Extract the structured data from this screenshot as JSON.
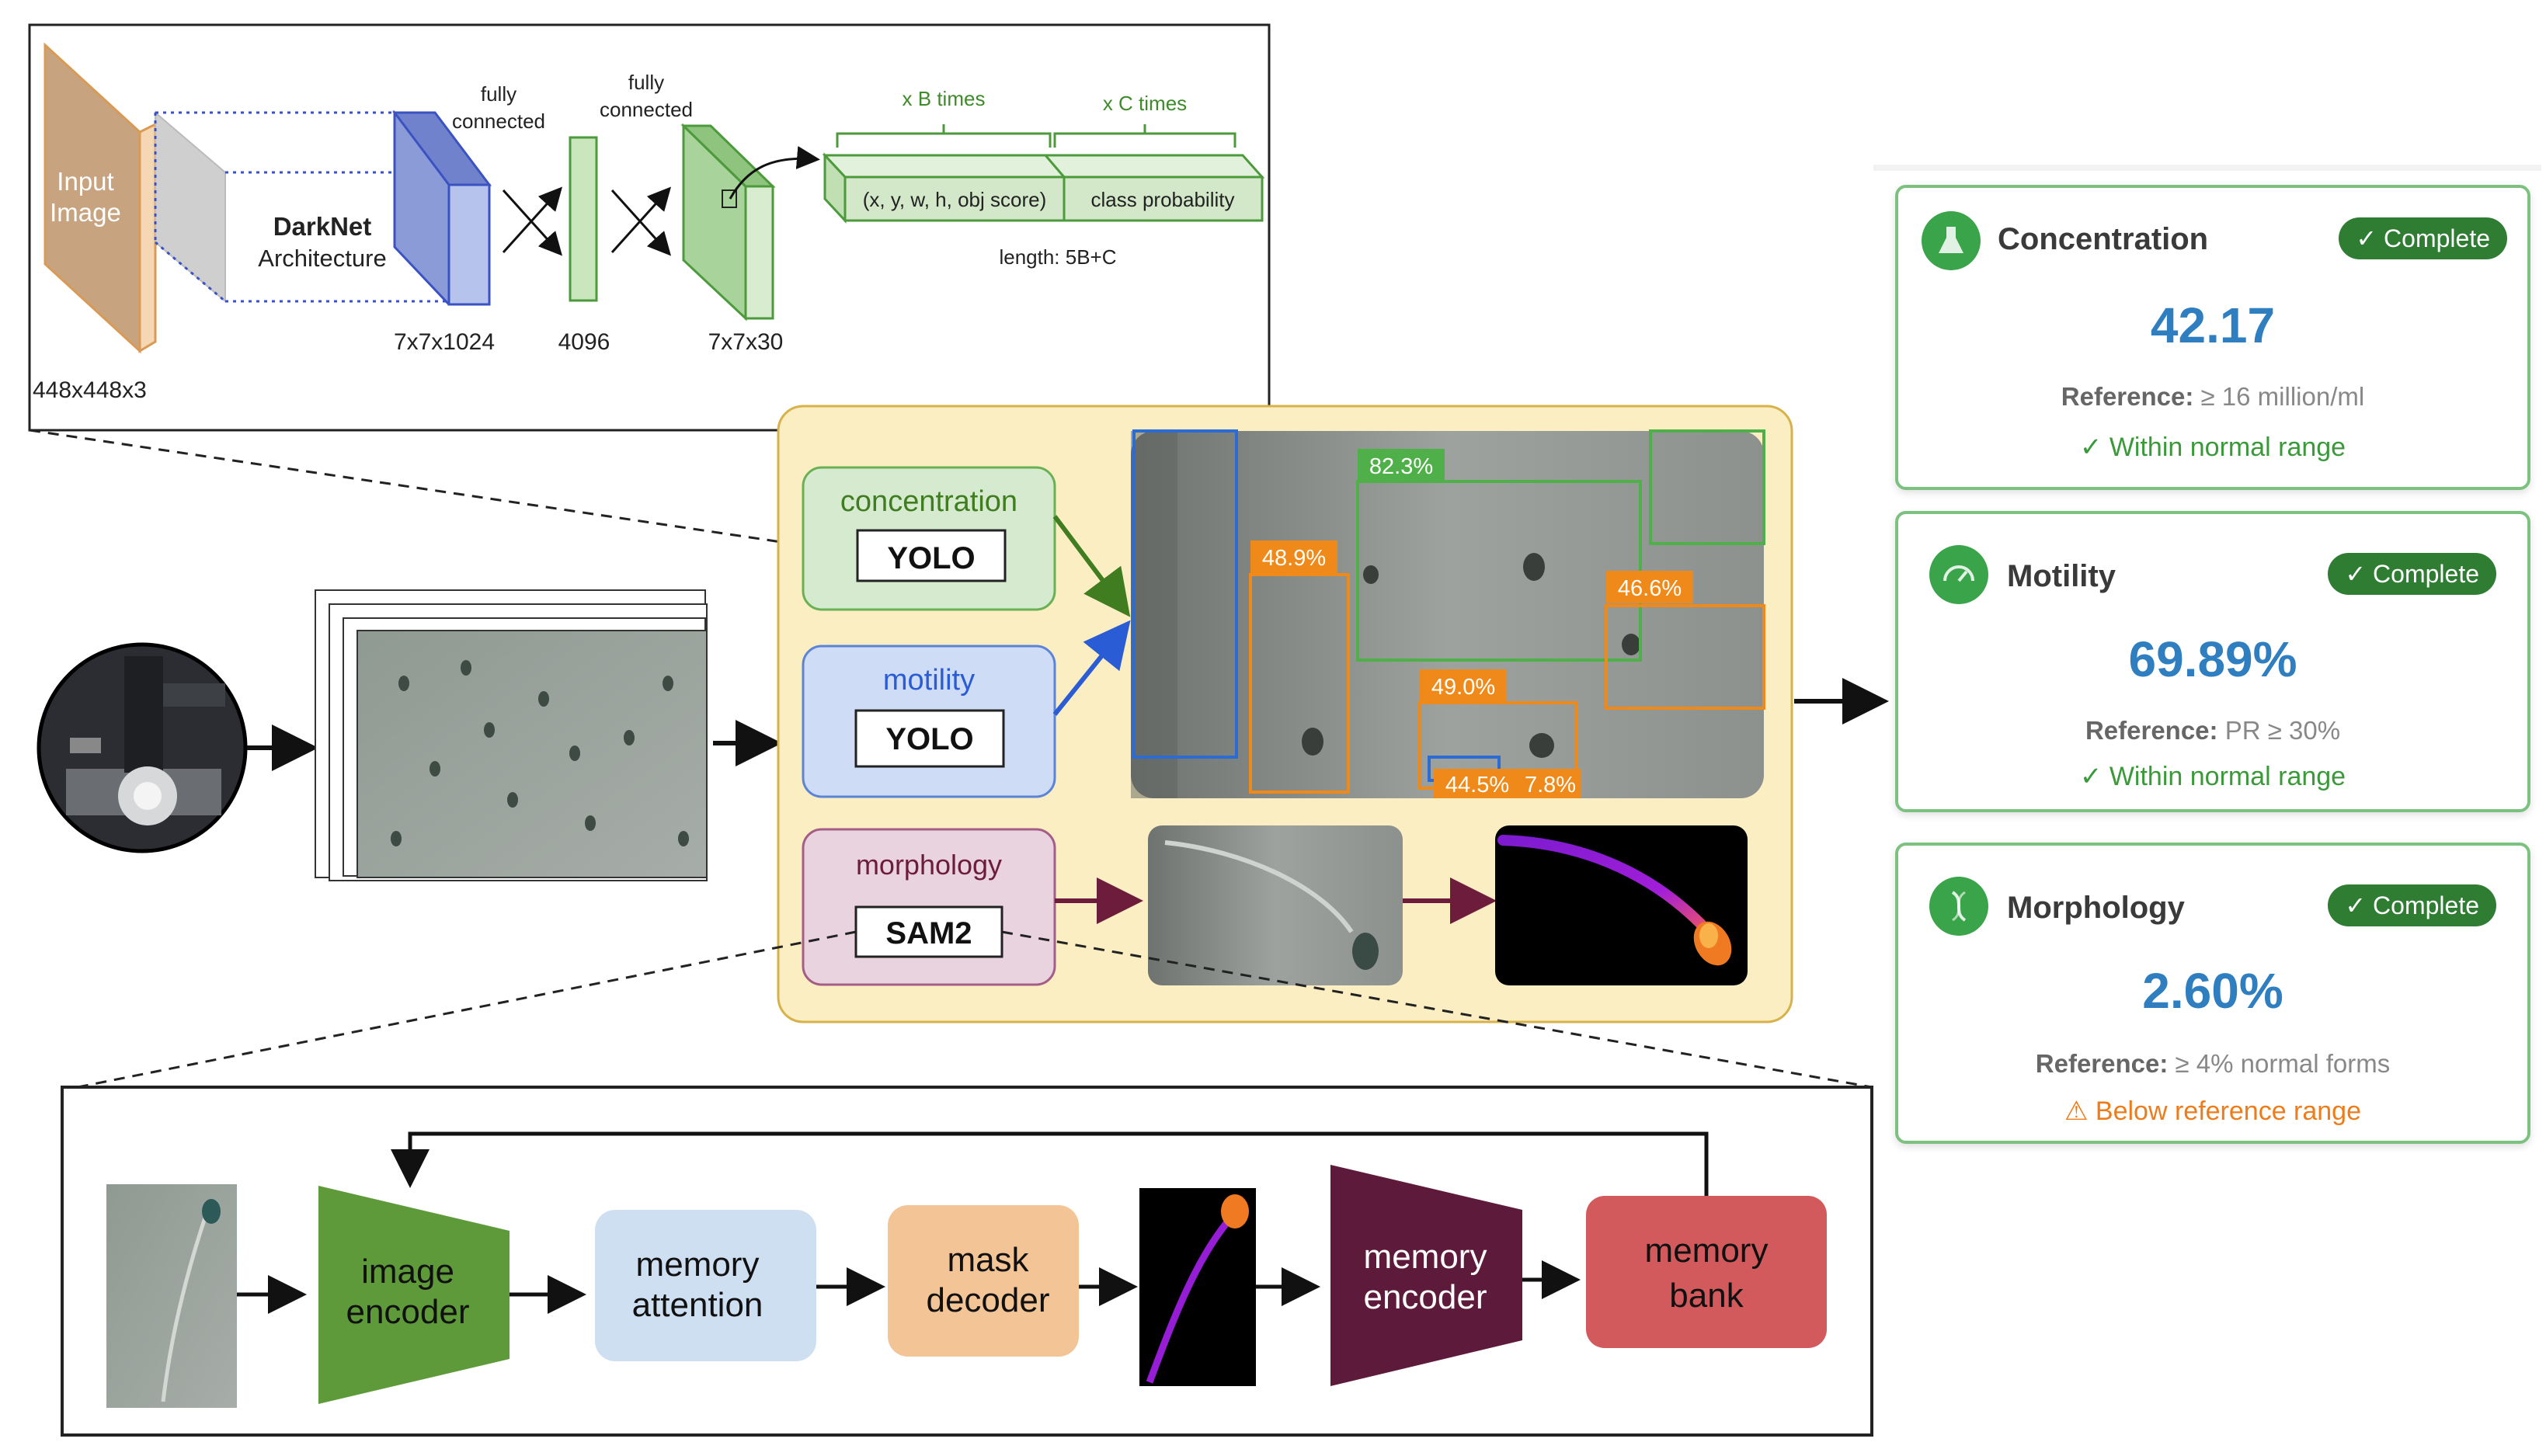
{
  "darknet": {
    "input_label_1": "Input",
    "input_label_2": "Image",
    "input_size": "448x448x3",
    "arch_line_1": "DarkNet",
    "arch_line_2": "Architecture",
    "fc1_line_1": "fully",
    "fc1_line_2": "connected",
    "fc2_line_1": "fully",
    "fc2_line_2": "connected",
    "size_1024": "7x7x1024",
    "size_4096": "4096",
    "size_30": "7x7x30",
    "b_times": "x B times",
    "c_times": "x C times",
    "box_cell": "(x, y, w, h, obj score)",
    "class_cell": "class probability",
    "length": "length: 5B+C"
  },
  "modules": {
    "concentration": {
      "title": "concentration",
      "model": "YOLO"
    },
    "motility": {
      "title": "motility",
      "model": "YOLO"
    },
    "morphology": {
      "title": "morphology",
      "model": "SAM2"
    }
  },
  "detections": [
    "82.3%",
    "48.9%",
    "46.6%",
    "49.0%",
    "44.5%",
    "7.8%"
  ],
  "sam2": {
    "image_encoder_1": "image",
    "image_encoder_2": "encoder",
    "memory_attention_1": "memory",
    "memory_attention_2": "attention",
    "mask_decoder_1": "mask",
    "mask_decoder_2": "decoder",
    "memory_encoder_1": "memory",
    "memory_encoder_2": "encoder",
    "memory_bank_1": "memory",
    "memory_bank_2": "bank"
  },
  "results": [
    {
      "title": "Concentration",
      "badge": "✓ Complete",
      "value": "42.17",
      "ref_label": "Reference:",
      "ref_value": "≥ 16 million/ml",
      "status": "✓ Within normal range",
      "status_type": "ok",
      "icon": "flask-icon"
    },
    {
      "title": "Motility",
      "badge": "✓ Complete",
      "value": "69.89%",
      "ref_label": "Reference:",
      "ref_value": "PR ≥ 30%",
      "status": "✓ Within normal range",
      "status_type": "ok",
      "icon": "speedometer-icon"
    },
    {
      "title": "Morphology",
      "badge": "✓ Complete",
      "value": "2.60%",
      "ref_label": "Reference:",
      "ref_value": "≥ 4% normal forms",
      "status": "⚠ Below reference range",
      "status_type": "warn",
      "icon": "dna-icon"
    }
  ],
  "colors": {
    "panel_bg": "#fbeec2",
    "concentration": "#d6ead0",
    "motility": "#cfdcf5",
    "morphology": "#e8d3df",
    "card_border": "#7cc17f",
    "value_blue": "#2f7fc0"
  }
}
